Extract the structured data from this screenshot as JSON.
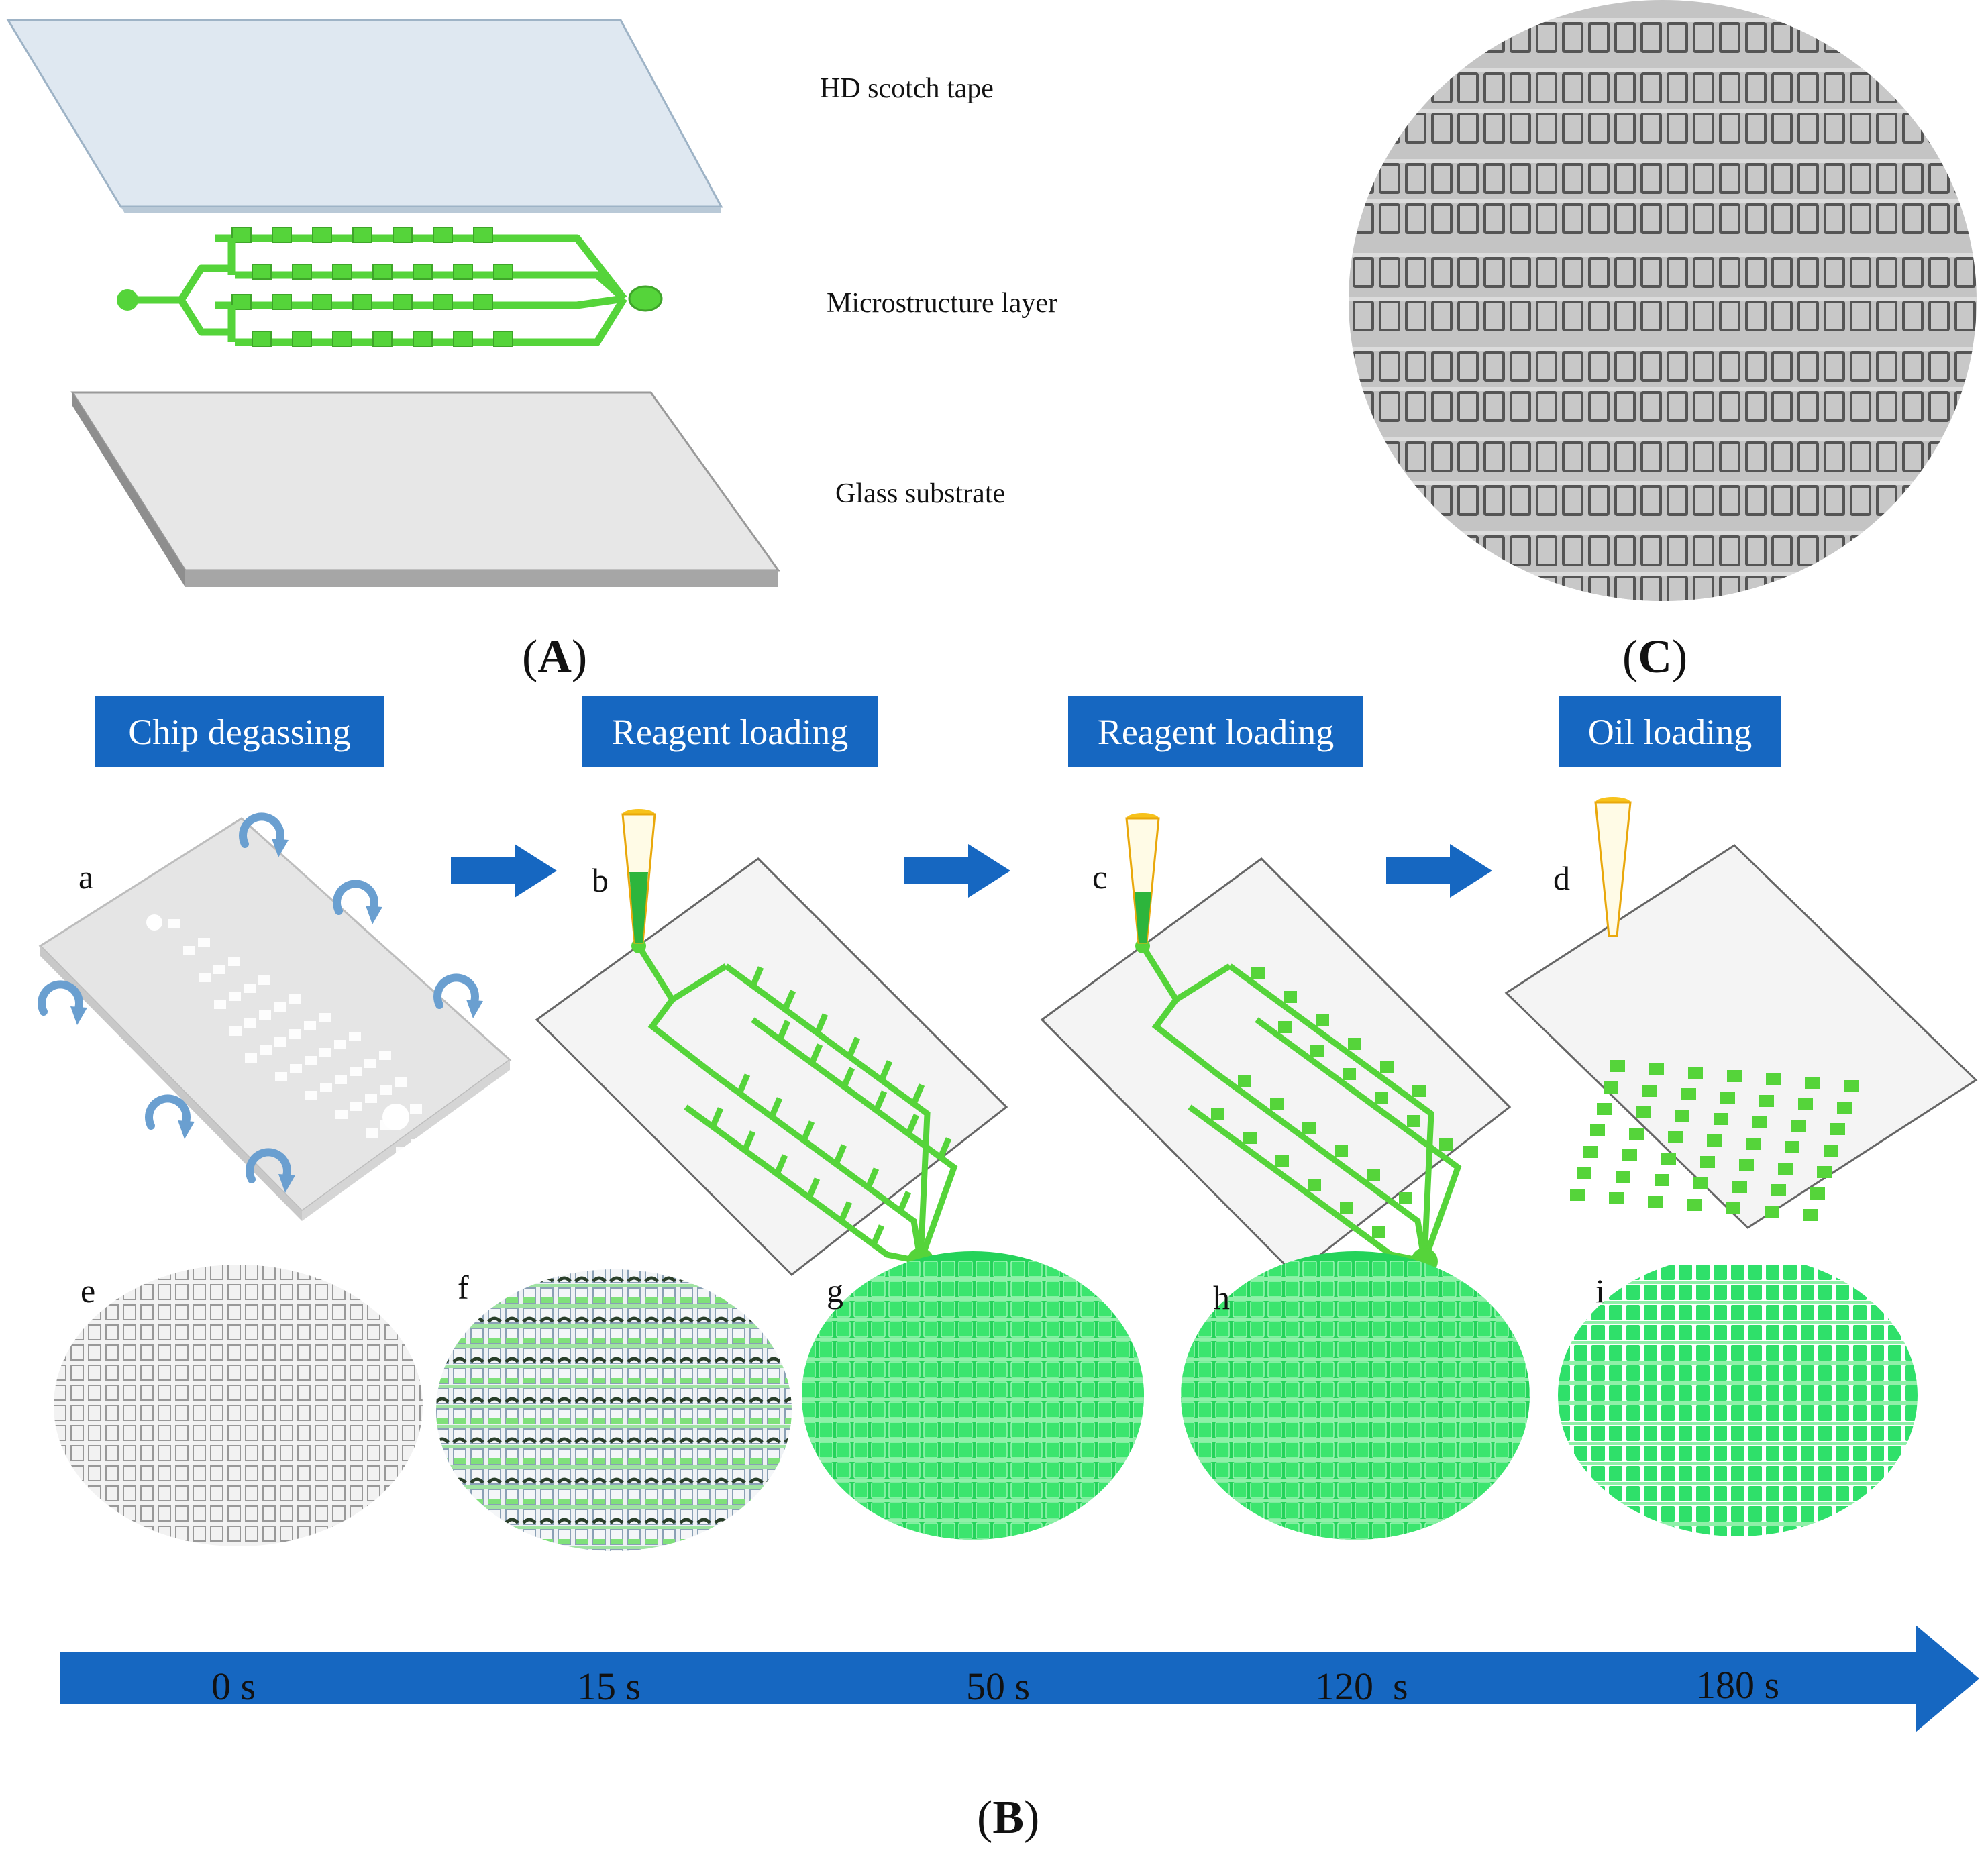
{
  "panel_a": {
    "label_letter": "A",
    "layers": [
      {
        "label": "HD scotch tape"
      },
      {
        "label": "Microstructure layer"
      },
      {
        "label": "Glass substrate"
      }
    ]
  },
  "panel_b": {
    "label_letter": "B",
    "steps": [
      {
        "title": "Chip degassing",
        "letter": "a"
      },
      {
        "title": "Reagent loading",
        "letter": "b"
      },
      {
        "title": "Reagent loading",
        "letter": "c"
      },
      {
        "title": "Oil loading",
        "letter": "d"
      }
    ],
    "timeline": [
      {
        "letter": "e",
        "time": "0 s",
        "fill": "empty"
      },
      {
        "letter": "f",
        "time": "15 s",
        "fill": "partial"
      },
      {
        "letter": "g",
        "time": "50 s",
        "fill": "full"
      },
      {
        "letter": "h",
        "time": "120  s",
        "fill": "full"
      },
      {
        "letter": "i",
        "time": "180 s",
        "fill": "full"
      }
    ]
  },
  "panel_c": {
    "label_letter": "C"
  },
  "colors": {
    "green": "#55d43a",
    "bright_green": "#2fe06a",
    "blue": "#1667c1",
    "tape": "#dfe8f1",
    "glass": "#e7e7e7"
  }
}
